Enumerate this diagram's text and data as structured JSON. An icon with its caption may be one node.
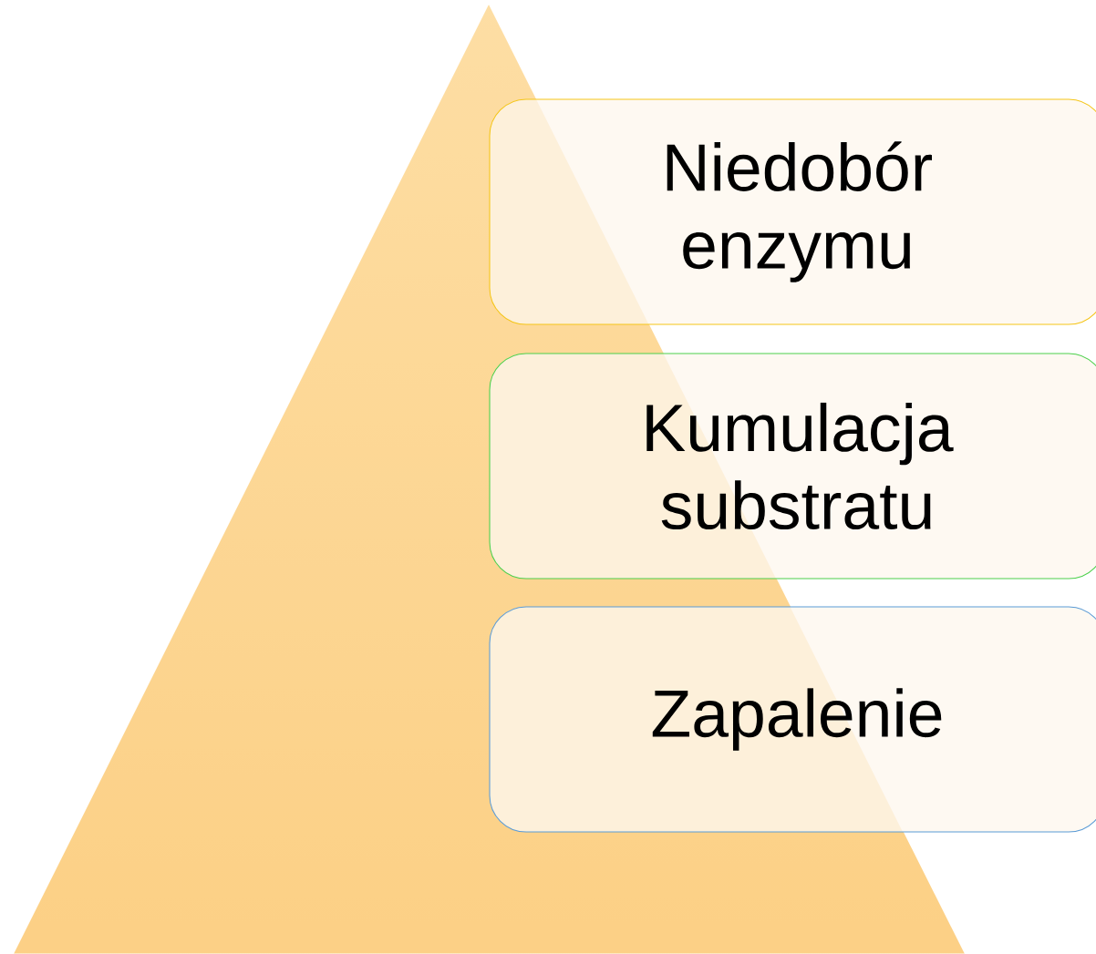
{
  "diagram": {
    "nodes": [
      {
        "text": [
          "Niedobór enzymu"
        ]
      },
      {
        "text": [
          "Kumulacja substratu"
        ]
      },
      {
        "text": [
          "Zapalenie"
        ]
      }
    ]
  }
}
